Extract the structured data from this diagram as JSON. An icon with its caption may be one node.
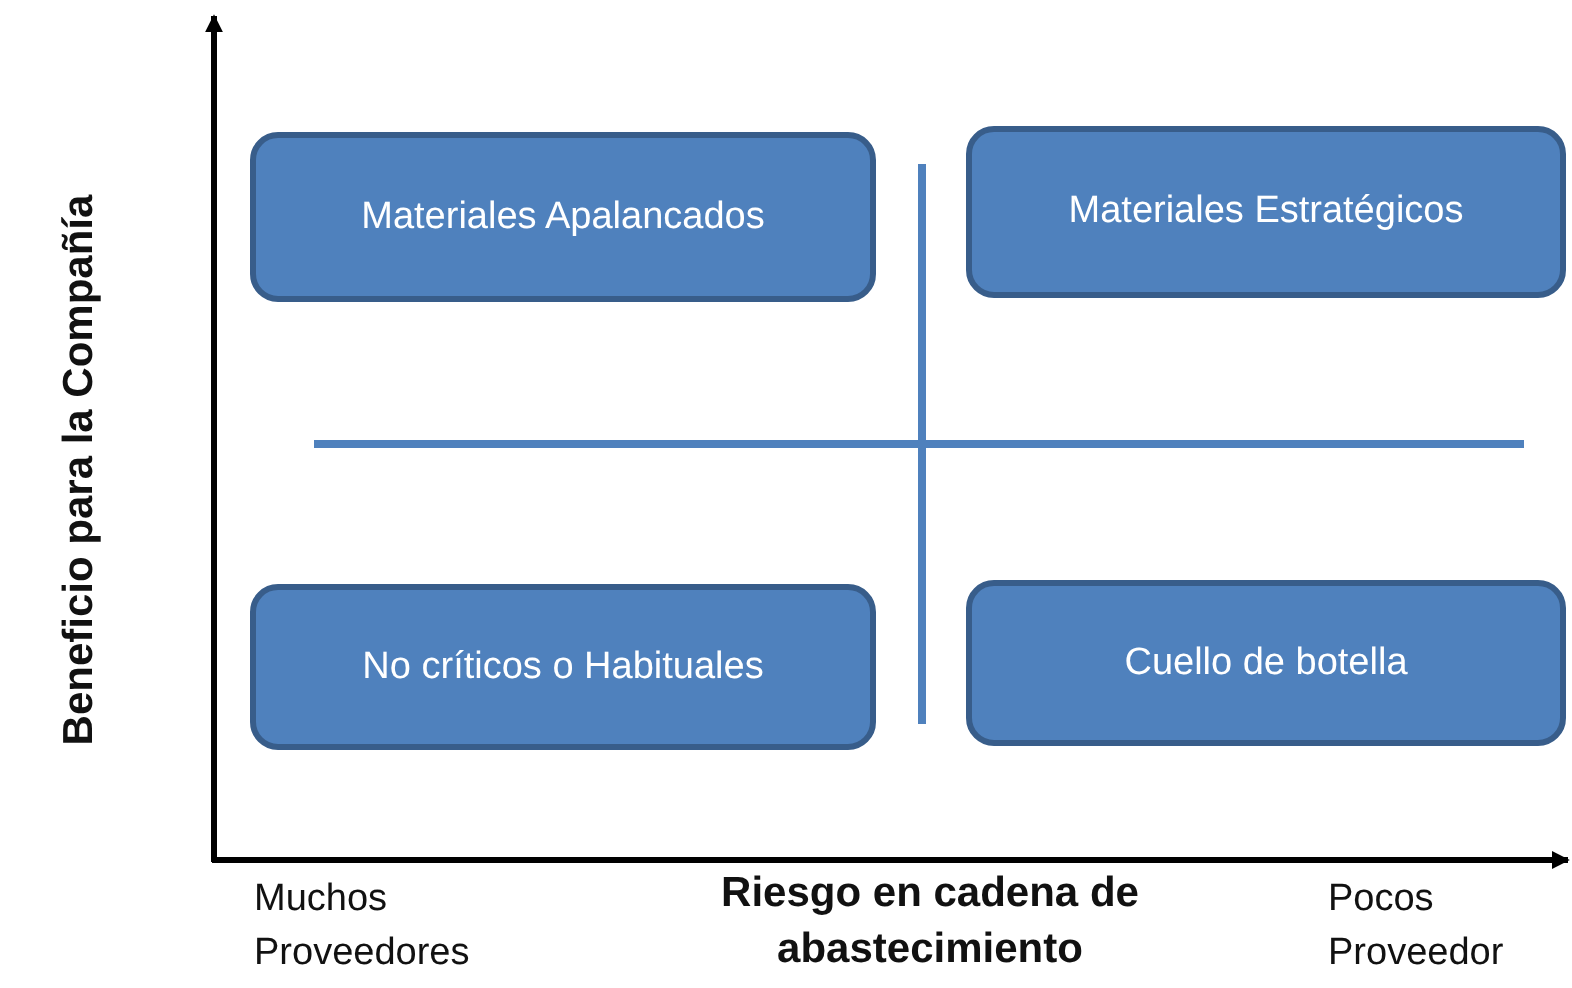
{
  "diagram": {
    "nodes": [
      {
        "text": [
          "Materiales Apalancados"
        ]
      },
      {
        "text": [
          "Materiales Estratégicos"
        ]
      },
      {
        "text": [
          "No críticos o Habituales"
        ]
      },
      {
        "text": [
          "Cuello de botella"
        ]
      }
    ],
    "labels": [
      "Beneficio para la Compañía",
      "Muchos Proveedores",
      "Riesgo en cadena de abastecimiento",
      "Pocos Proveedor"
    ]
  }
}
